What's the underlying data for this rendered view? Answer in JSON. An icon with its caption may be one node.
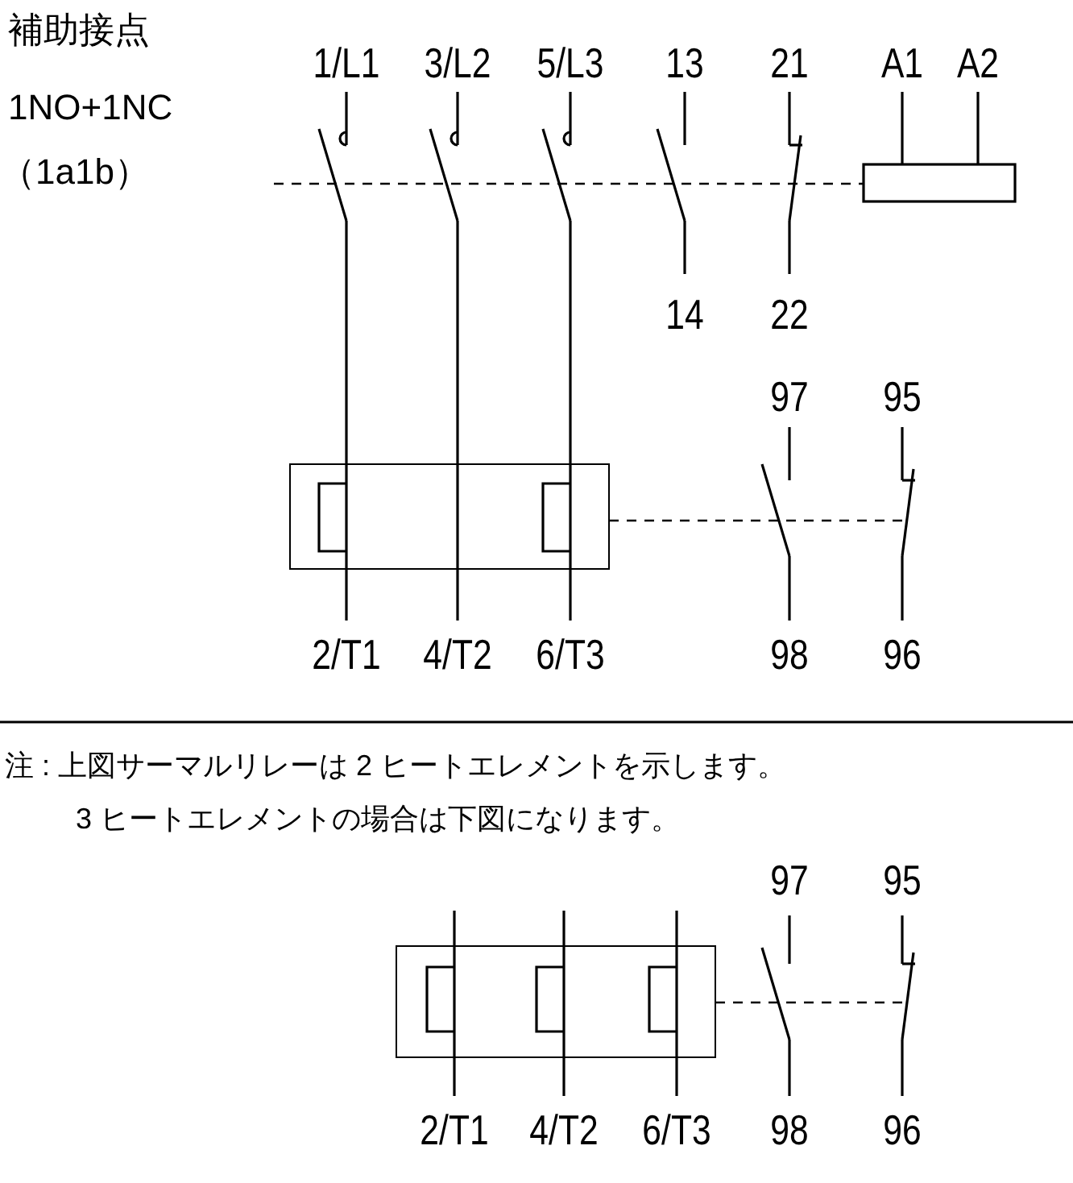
{
  "diagram": {
    "labels": [
      "補助接点",
      "1NO+1NC",
      "（1a1b）",
      "1/L1",
      "3/L2",
      "5/L3",
      "13",
      "21",
      "A1",
      "A2",
      "14",
      "22",
      "97",
      "95",
      "2/T1",
      "4/T2",
      "6/T3",
      "98",
      "96",
      "注 : 上図サーマルリレーは 2 ヒートエレメントを示します。",
      "3 ヒートエレメントの場合は下図になります。",
      "97",
      "95",
      "2/T1",
      "4/T2",
      "6/T3",
      "98",
      "96"
    ]
  }
}
